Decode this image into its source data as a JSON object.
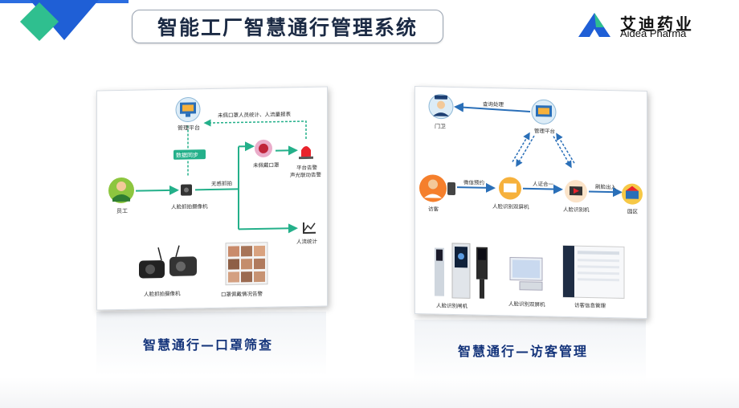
{
  "header": {
    "title": "智能工厂智慧通行管理系统",
    "brand_cn": "艾迪药业",
    "brand_en": "Aidea Pharma"
  },
  "colors": {
    "green": "#24b08a",
    "blue": "#1f5fd6",
    "title": "#1b2a44",
    "caption": "#13337a"
  },
  "panel_mask": {
    "caption": "智慧通行—口罩筛查",
    "platform_label": "管理平台",
    "sync_label": "数据同步",
    "employee_label": "员工",
    "camera_label": "人脸抓拍摄像机",
    "no_sense_label": "无感抓拍",
    "no_mask_label": "未佩戴口罩",
    "alarm_label_1": "平台告警",
    "alarm_label_2": "声光联动告警",
    "top_flow_label": "未佩口罩人员统计、人流量报表",
    "stats_label": "人流统计",
    "cam_product_label": "人脸抓拍摄像机",
    "alert_product_label": "口罩佩戴情况告警"
  },
  "panel_visitor": {
    "caption": "智慧通行—访客管理",
    "guard_label": "门卫",
    "platform_label": "管理平台",
    "query_label": "查询处理",
    "visitor_label": "访客",
    "wechat_label": "微信预约",
    "device1_label": "人脸识别双屏机",
    "cert_label": "人证合一",
    "device2_label": "人脸识别机",
    "pass_label": "刷脸出入",
    "site_label": "园区",
    "product1_label": "人脸识别闸机",
    "product2_label": "人脸识别双屏机",
    "product3_label": "访客信息管理"
  }
}
